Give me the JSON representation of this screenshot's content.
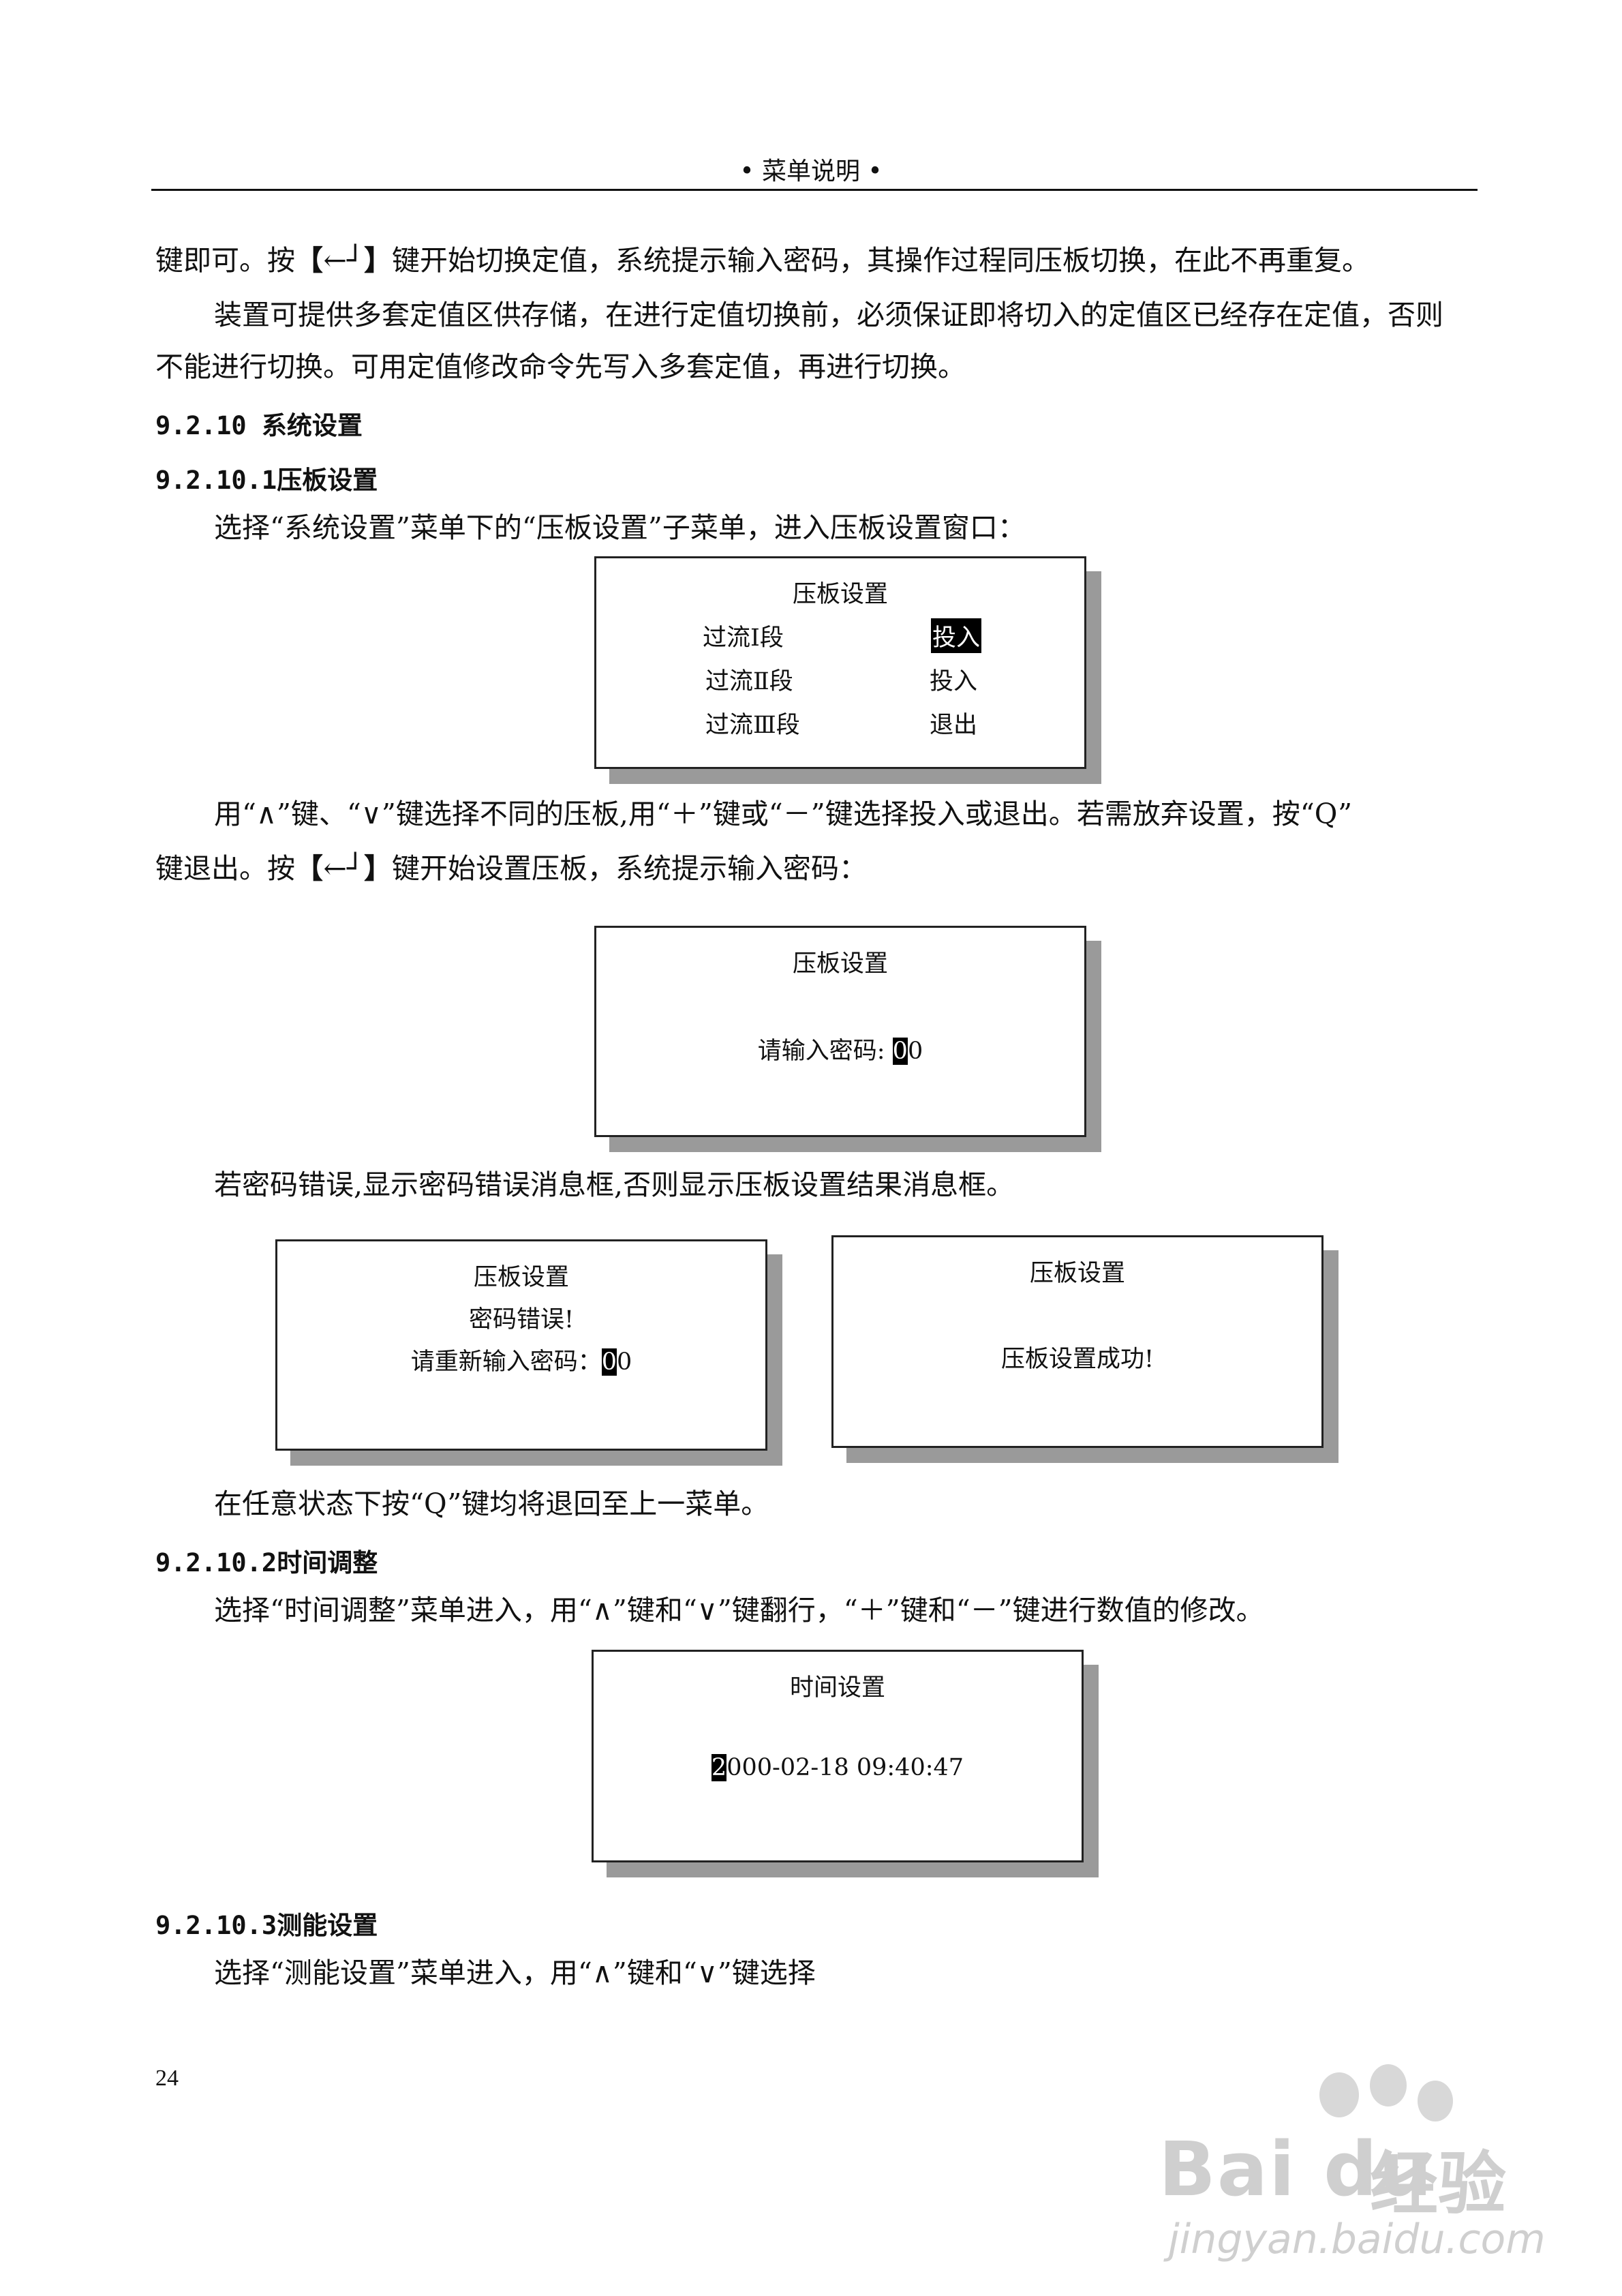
{
  "header": {
    "title": "• 菜单说明 •"
  },
  "body": {
    "p1_a": "键即可。按",
    "bracket_open": "【",
    "enter_key": "←┘",
    "bracket_close": "】",
    "p1_b": "键开始切换定值，系统提示输入密码，其操作过程同压板切换，在此不再重复。",
    "p2_line1": "装置可提供多套定值区供存储，在进行定值切换前，必须保证即将切入的定值区已经存在定值，否则",
    "p2_line2": "不能进行切换。可用定值修改命令先写入多套定值，再进行切换。",
    "h_9_2_10": "9.2.10 系统设置",
    "h_9_2_10_1": "9.2.10.1压板设置",
    "p3": "选择“系统设置”菜单下的“压板设置”子菜单，进入压板设置窗口：",
    "p4_line1": "用“∧”键、“∨”键选择不同的压板,用“＋”键或“－”键选择投入或退出。若需放弃设置，按“Q”",
    "p4_line2_a": "键退出。按",
    "p4_line2_b": "键开始设置压板，系统提示输入密码：",
    "p5": "若密码错误,显示密码错误消息框,否则显示压板设置结果消息框。",
    "p6": "在任意状态下按“Q”键均将退回至上一菜单。",
    "h_9_2_10_2": "9.2.10.2时间调整",
    "p7": "选择“时间调整”菜单进入，用“∧”键和“∨”键翻行，“＋”键和“－”键进行数值的修改。",
    "h_9_2_10_3": "9.2.10.3测能设置",
    "p8": "选择“测能设置”菜单进入，用“∧”键和“∨”键选择"
  },
  "dialog_platen": {
    "title": "压板设置",
    "rows": [
      {
        "name": "过流Ⅰ段",
        "state": "投入"
      },
      {
        "name": "过流Ⅱ段",
        "state": "投入"
      },
      {
        "name": "过流Ⅲ段",
        "state": "退出"
      }
    ]
  },
  "dialog_password": {
    "title": "压板设置",
    "prompt": "请输入密码: ",
    "cursor_char": "0",
    "rest": "0"
  },
  "dialog_error": {
    "title": "压板设置",
    "message": "密码错误!",
    "prompt": "请重新输入密码：",
    "cursor_char": "0",
    "rest": "0"
  },
  "dialog_success": {
    "title": "压板设置",
    "message": "压板设置成功!"
  },
  "dialog_time": {
    "title": "时间设置",
    "cursor_char": "2",
    "rest": "000-02-18 09:40:47"
  },
  "page_number": "24",
  "watermark": {
    "brand": "Bai du",
    "cn": "经验",
    "url": "jingyan.baidu.com"
  }
}
